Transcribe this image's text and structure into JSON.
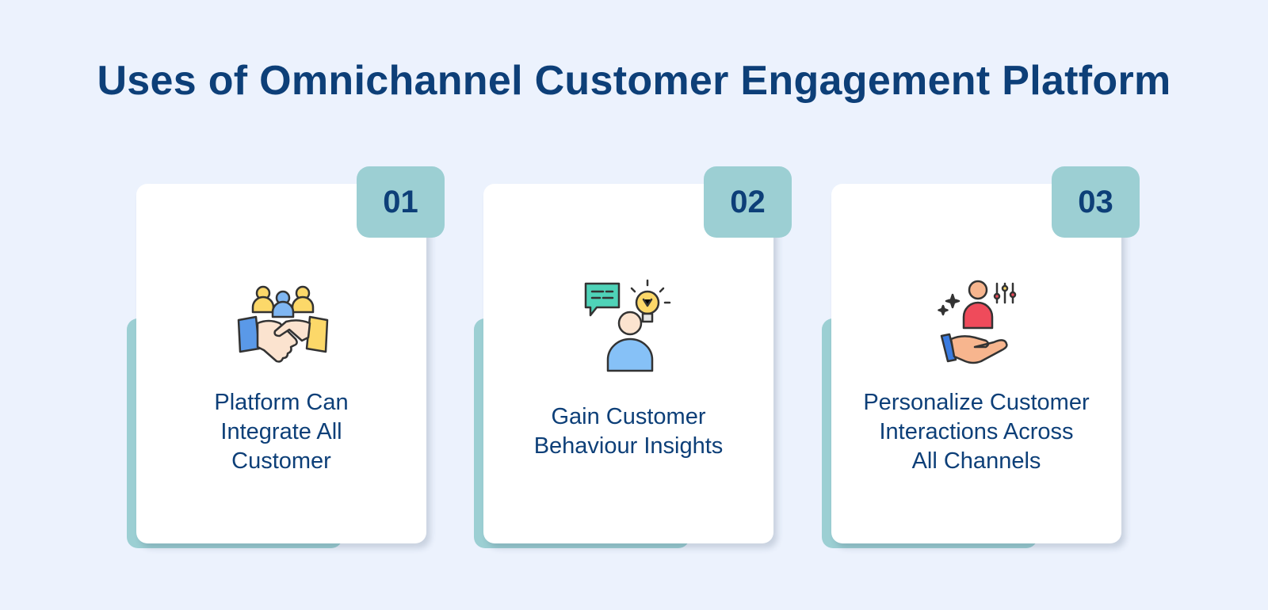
{
  "page": {
    "title": "Uses of Omnichannel Customer Engagement Platform"
  },
  "cards": [
    {
      "number": "01",
      "text": "Platform Can\nIntegrate All\nCustomer",
      "icon": "handshake-team-icon"
    },
    {
      "number": "02",
      "text": "Gain Customer\nBehaviour  Insights",
      "icon": "person-idea-chat-icon"
    },
    {
      "number": "03",
      "text": "Personalize Customer\nInteractions Across\nAll Channels",
      "icon": "hand-person-settings-icon"
    }
  ],
  "colors": {
    "background": "#ecf2fd",
    "accent": "#9ccfd3",
    "text": "#0d3f78",
    "card": "#ffffff"
  }
}
